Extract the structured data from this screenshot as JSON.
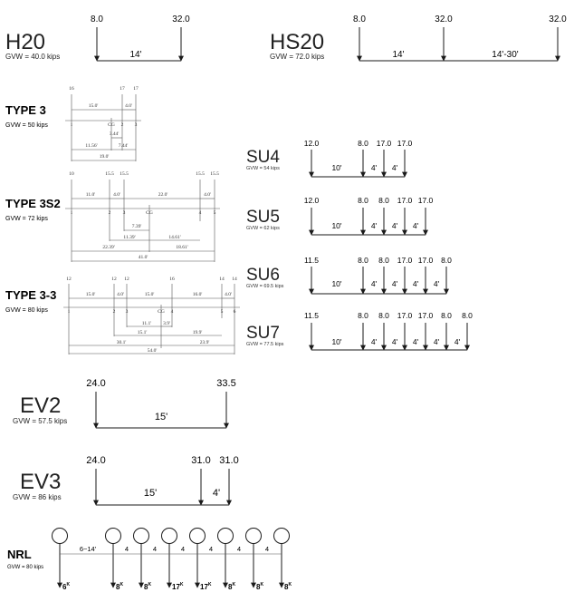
{
  "trucks": [
    {
      "id": "h20",
      "name": "H20",
      "gvw": "GVW = 40.0 kips",
      "loads": [
        "8.0",
        "32.0"
      ],
      "spacings": [
        "14'"
      ]
    },
    {
      "id": "hs20",
      "name": "HS20",
      "gvw": "GVW = 72.0 kips",
      "loads": [
        "8.0",
        "32.0",
        "32.0"
      ],
      "spacings": [
        "14'",
        "14'-30'"
      ]
    },
    {
      "id": "type3",
      "name": "TYPE 3",
      "gvw": "GVW = 50 kips",
      "loads": [
        "16",
        "17",
        "17"
      ],
      "axle_nums": [
        "1",
        "2",
        "3"
      ],
      "spacings": [
        "15.0'",
        "4.0'"
      ],
      "cg": "CG",
      "dims": [
        "3.44'",
        "11.56'",
        "7.44'",
        "19.0'"
      ]
    },
    {
      "id": "type3s2",
      "name": "TYPE 3S2",
      "gvw": "GVW = 72 kips",
      "loads": [
        "10",
        "15.5",
        "15.5",
        "15.5",
        "15.5"
      ],
      "axle_nums": [
        "1",
        "2",
        "3",
        "4",
        "5"
      ],
      "spacings": [
        "11.0'",
        "4.0'",
        "22.0'",
        "4.0'"
      ],
      "cg": "CG",
      "dims": [
        "7.39'",
        "11.39'",
        "14.61'",
        "22.39'",
        "18.61'",
        "41.0'"
      ]
    },
    {
      "id": "type33",
      "name": "TYPE 3-3",
      "gvw": "GVW = 80 kips",
      "loads": [
        "12",
        "12",
        "12",
        "16",
        "14",
        "14"
      ],
      "axle_nums": [
        "1",
        "2",
        "3",
        "4",
        "5",
        "6"
      ],
      "spacings": [
        "15.0'",
        "4.0'",
        "15.0'",
        "16.0'",
        "4.0'"
      ],
      "cg": "CG",
      "dims": [
        "11.1'",
        "3.9'",
        "15.1'",
        "19.9'",
        "30.1'",
        "23.9'",
        "54.0'"
      ]
    },
    {
      "id": "su4",
      "name": "SU4",
      "gvw": "GVW = 54 kips",
      "loads": [
        "12.0",
        "8.0",
        "17.0",
        "17.0"
      ],
      "spacings": [
        "10'",
        "4'",
        "4'"
      ]
    },
    {
      "id": "su5",
      "name": "SU5",
      "gvw": "GVW = 62 kips",
      "loads": [
        "12.0",
        "8.0",
        "8.0",
        "17.0",
        "17.0"
      ],
      "spacings": [
        "10'",
        "4'",
        "4'",
        "4'"
      ]
    },
    {
      "id": "su6",
      "name": "SU6",
      "gvw": "GVW = 69.5 kips",
      "loads": [
        "11.5",
        "8.0",
        "8.0",
        "17.0",
        "17.0",
        "8.0"
      ],
      "spacings": [
        "10'",
        "4'",
        "4'",
        "4'",
        "4'"
      ]
    },
    {
      "id": "su7",
      "name": "SU7",
      "gvw": "GVW = 77.5 kips",
      "loads": [
        "11.5",
        "8.0",
        "8.0",
        "17.0",
        "17.0",
        "8.0",
        "8.0"
      ],
      "spacings": [
        "10'",
        "4'",
        "4'",
        "4'",
        "4'",
        "4'"
      ]
    },
    {
      "id": "ev2",
      "name": "EV2",
      "gvw": "GVW = 57.5 kips",
      "loads": [
        "24.0",
        "33.5"
      ],
      "spacings": [
        "15'"
      ]
    },
    {
      "id": "ev3",
      "name": "EV3",
      "gvw": "GVW = 86 kips",
      "loads": [
        "24.0",
        "31.0",
        "31.0"
      ],
      "spacings": [
        "15'",
        "4'"
      ]
    },
    {
      "id": "nrl",
      "name": "NRL",
      "gvw": "GVW = 80 kips",
      "loads": [
        "6",
        "8",
        "8",
        "17",
        "17",
        "8",
        "8",
        "8"
      ],
      "load_unit": "K",
      "spacings": [
        "6~14'",
        "4",
        "4",
        "4",
        "4",
        "4",
        "4"
      ]
    }
  ]
}
